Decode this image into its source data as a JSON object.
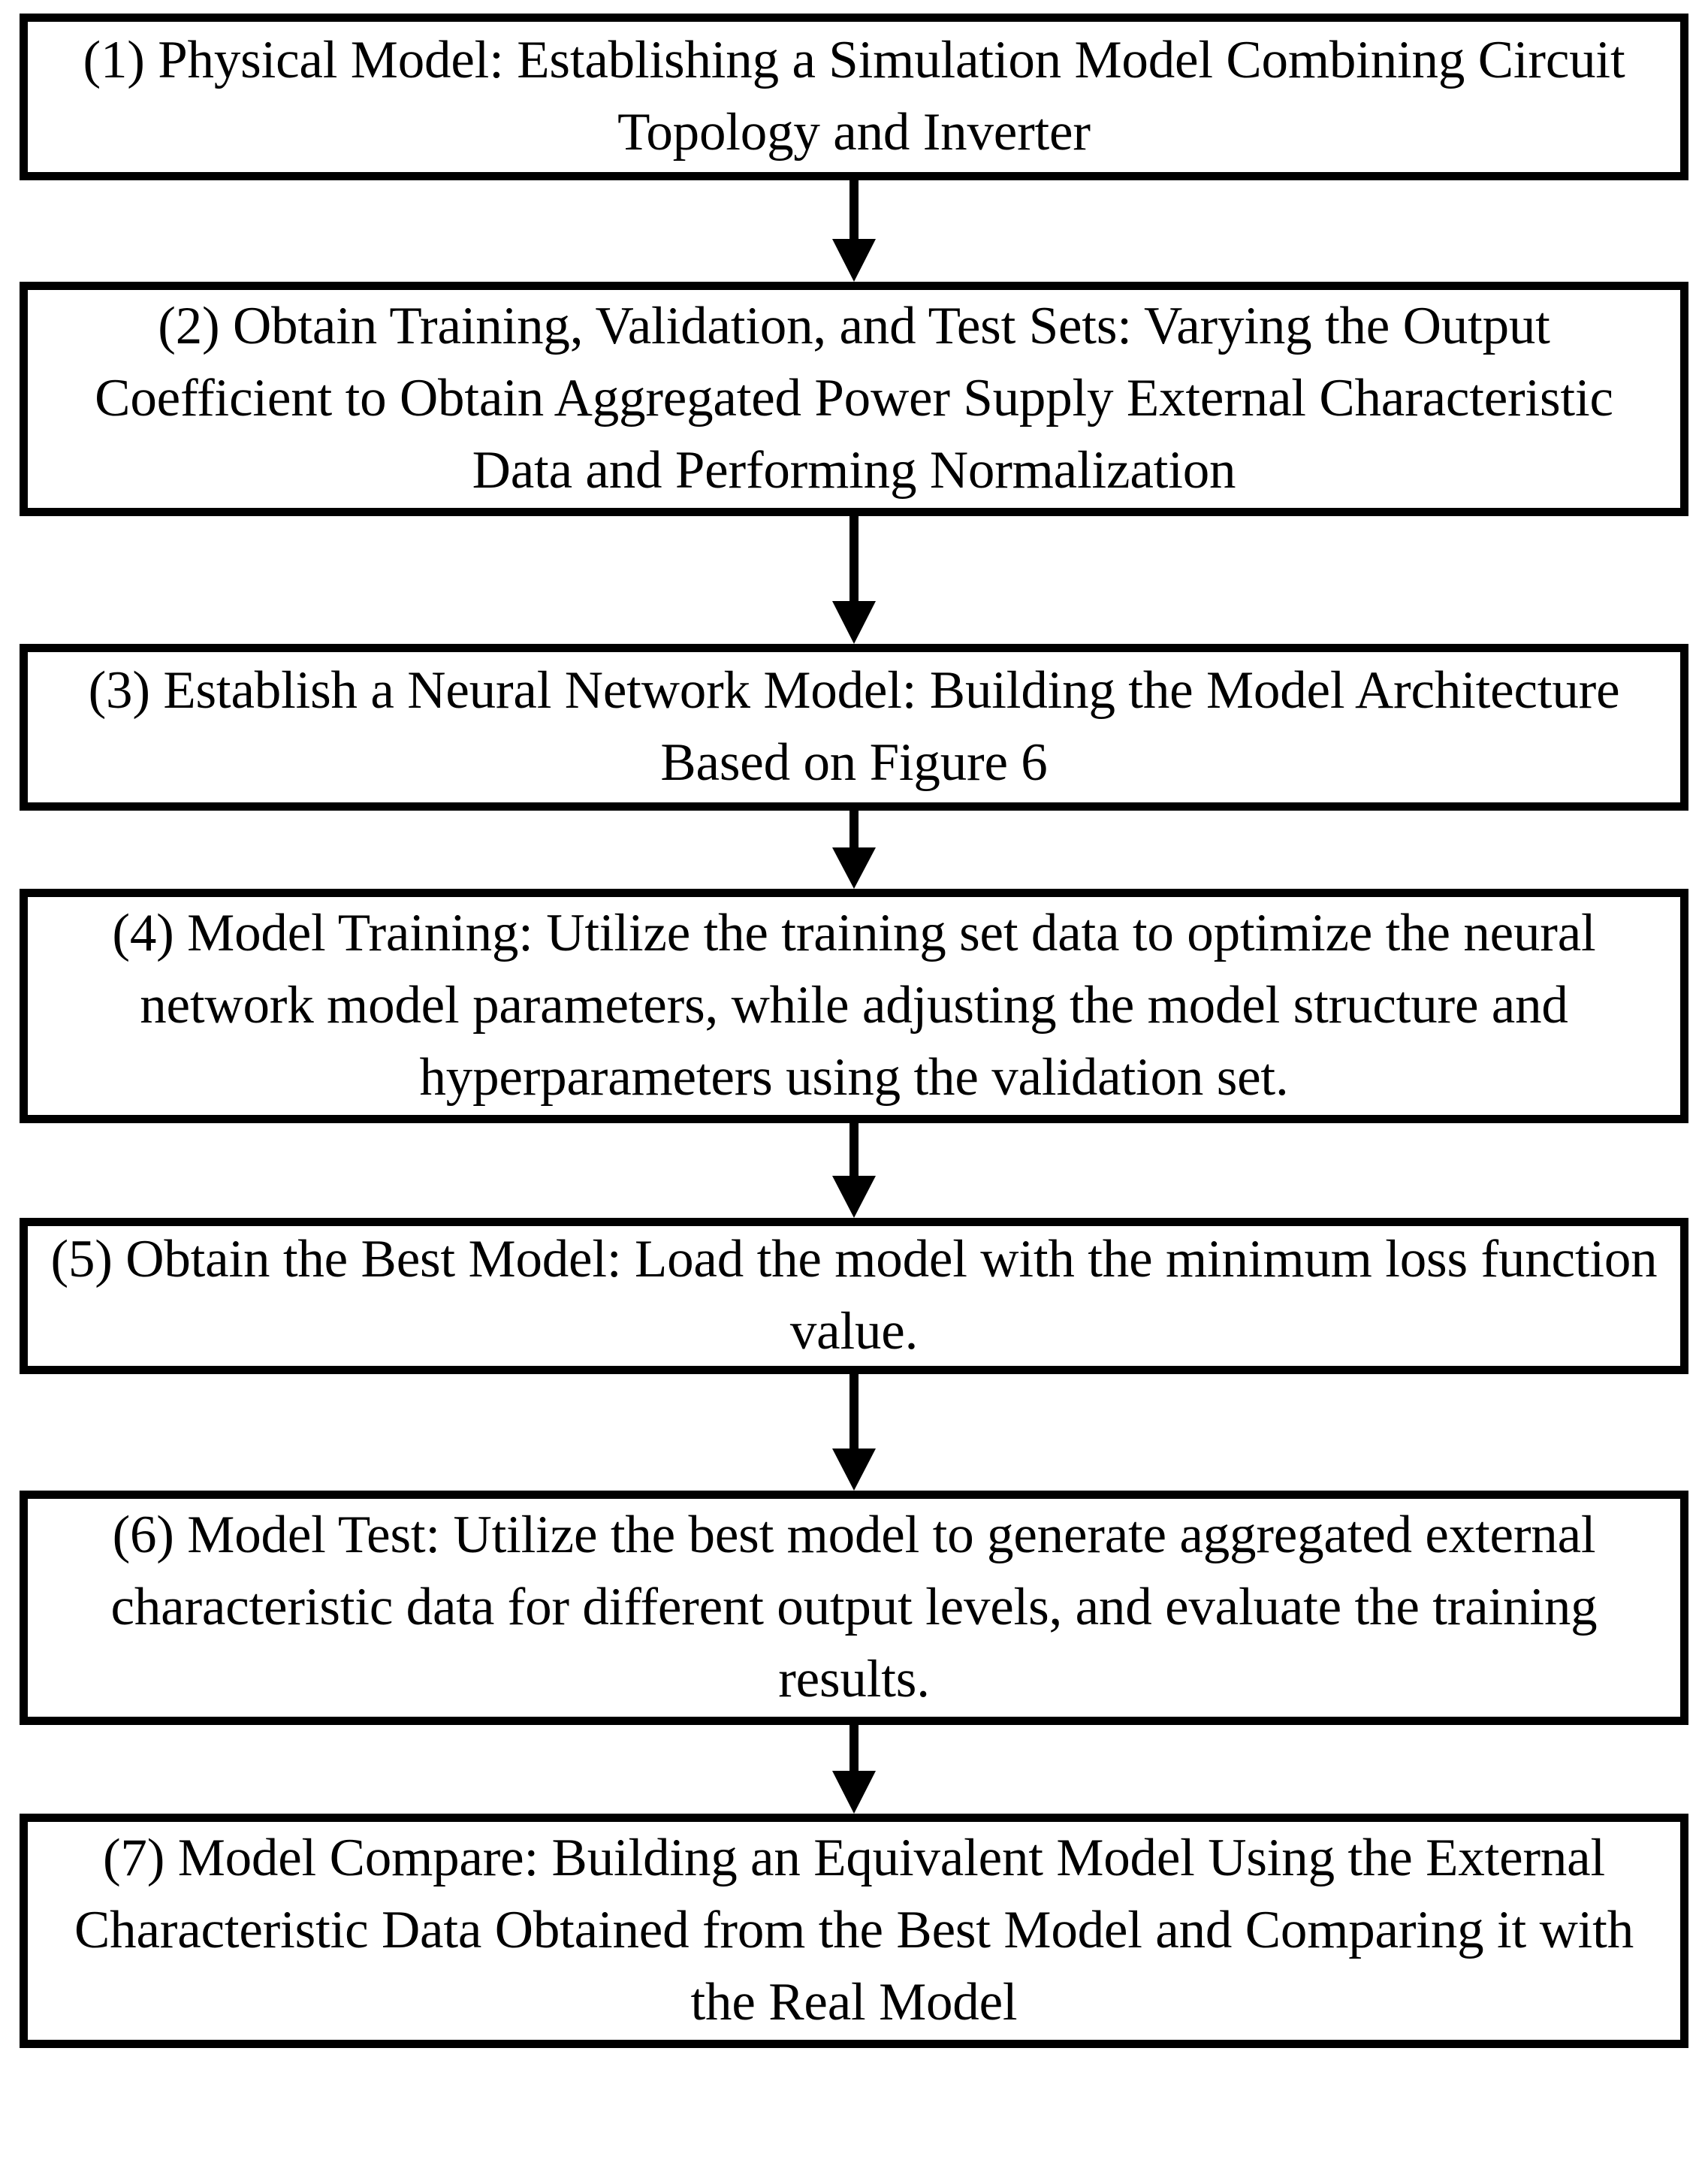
{
  "diagram": {
    "title": "Neural network modeling workflow flowchart",
    "orientation": "top-to-bottom",
    "colors": {
      "background": "#ffffff",
      "border": "#000000",
      "text": "#000000",
      "arrow": "#000000"
    },
    "nodes": [
      {
        "id": "step-1",
        "step": "(1)",
        "text": "(1) Physical Model: Establishing a Simulation Model Combining Circuit Topology and Inverter"
      },
      {
        "id": "step-2",
        "step": "(2)",
        "text": "(2) Obtain Training, Validation, and Test Sets: Varying the Output Coefficient to Obtain Aggregated Power Supply External Characteristic Data and Performing Normalization"
      },
      {
        "id": "step-3",
        "step": "(3)",
        "text": "(3) Establish a Neural Network Model: Building the Model Architecture Based on Figure 6"
      },
      {
        "id": "step-4",
        "step": "(4)",
        "text": "(4) Model Training: Utilize the training set data to optimize the neural network model parameters, while adjusting the model structure and hyperparameters using the validation set."
      },
      {
        "id": "step-5",
        "step": "(5)",
        "text": "(5) Obtain the Best Model: Load the model with the minimum loss function value."
      },
      {
        "id": "step-6",
        "step": "(6)",
        "text": "(6) Model Test: Utilize the best model to generate aggregated external characteristic data for different output levels, and evaluate the training results."
      },
      {
        "id": "step-7",
        "step": "(7)",
        "text": "(7) Model Compare: Building an Equivalent Model Using the External Characteristic Data Obtained from the Best Model and Comparing it with the Real Model"
      }
    ],
    "edges": [
      {
        "id": "edge-1-2",
        "from": "step-1",
        "to": "step-2",
        "label": ""
      },
      {
        "id": "edge-2-3",
        "from": "step-2",
        "to": "step-3",
        "label": ""
      },
      {
        "id": "edge-3-4",
        "from": "step-3",
        "to": "step-4",
        "label": ""
      },
      {
        "id": "edge-4-5",
        "from": "step-4",
        "to": "step-5",
        "label": ""
      },
      {
        "id": "edge-5-6",
        "from": "step-5",
        "to": "step-6",
        "label": ""
      },
      {
        "id": "edge-6-7",
        "from": "step-6",
        "to": "step-7",
        "label": ""
      }
    ]
  }
}
